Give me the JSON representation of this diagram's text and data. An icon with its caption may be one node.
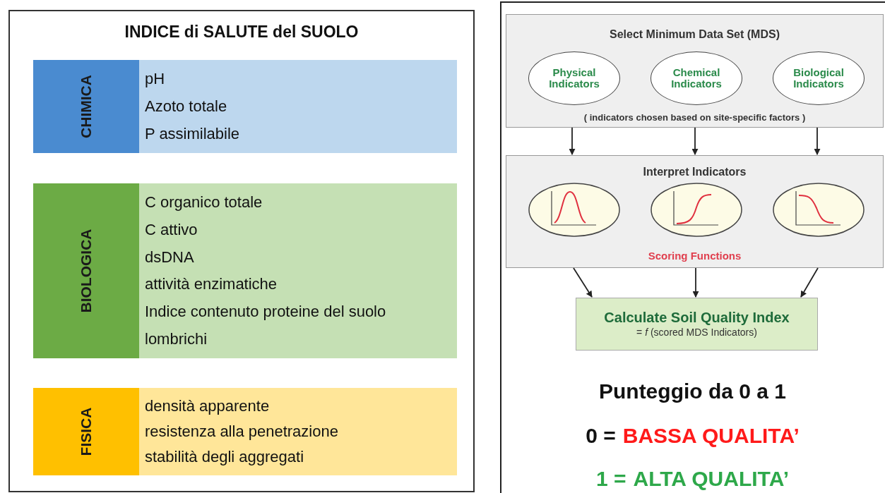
{
  "diagram": {
    "nodes": [
      {
        "text": [
          "INDICE di SALUTE del SUOLO"
        ]
      },
      {
        "text": [
          "CHIMICA"
        ],
        "in": 0
      },
      {
        "text": [
          "pH",
          "Azoto totale",
          "P assimilabile"
        ],
        "in": 0
      },
      {
        "text": [
          "BIOLOGICA"
        ],
        "in": 0
      },
      {
        "text": [
          "C organico totale",
          "C attivo",
          "dsDNA",
          "attività enzimatiche",
          "Indice contenuto proteine del suolo",
          "lombrichi"
        ],
        "in": 0
      },
      {
        "text": [
          "FISICA"
        ],
        "in": 0
      },
      {
        "text": [
          "densità apparente",
          "resistenza alla penetrazione",
          "stabilità degli aggregati"
        ],
        "in": 0
      },
      {
        "text": [
          "Select Minimum Data Set (MDS)",
          "( indicators chosen based on site-specific factors )"
        ]
      },
      {
        "text": [
          "Physical Indicators"
        ],
        "in": 7
      },
      {
        "text": [
          "Chemical Indicators"
        ],
        "in": 7
      },
      {
        "text": [
          "Biological Indicators"
        ],
        "in": 7
      },
      {
        "text": [
          "Interpret Indicators",
          "Scoring Functions"
        ]
      },
      {
        "text": [],
        "shape": "picture",
        "in": 11
      },
      {
        "text": [],
        "shape": "picture",
        "in": 11
      },
      {
        "text": [],
        "shape": "picture",
        "in": 11
      },
      {
        "text": [
          "Calculate Soil Quality Index",
          "= *f* (scored MDS Indicators)"
        ]
      }
    ],
    "edges": [
      {
        "from": 7,
        "to": 11,
        "arrow": "to"
      },
      {
        "from": 7,
        "to": 11,
        "arrow": "to"
      },
      {
        "from": 7,
        "to": 11,
        "arrow": "to"
      },
      {
        "from": 11,
        "to": 15,
        "arrow": "to"
      },
      {
        "from": 11,
        "to": 15,
        "arrow": "to"
      },
      {
        "from": 11,
        "to": 15,
        "arrow": "to"
      }
    ],
    "labels": [
      "Punteggio da 0 a 1",
      "0 =",
      "BASSA QUALITA’",
      "1 =",
      "ALTA QUALITA’"
    ]
  }
}
